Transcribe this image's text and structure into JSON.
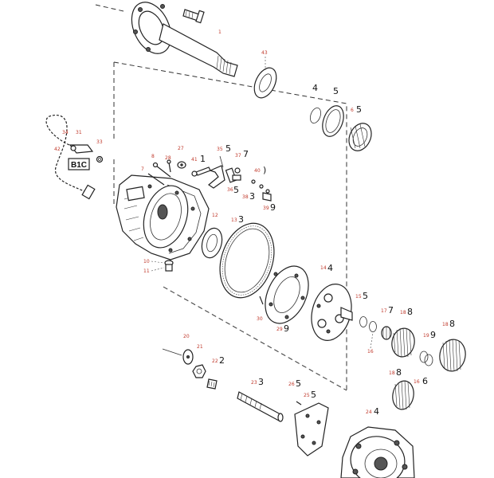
{
  "diagram": {
    "connector_label": "B1C",
    "callouts": [
      {
        "id": "c1",
        "small": "1"
      },
      {
        "id": "c43",
        "small": "43"
      },
      {
        "id": "c4",
        "small": "",
        "big": "4"
      },
      {
        "id": "c5",
        "small": "",
        "big": "5"
      },
      {
        "id": "c6",
        "small": "6",
        "big": "5"
      },
      {
        "id": "c34",
        "small": "34"
      },
      {
        "id": "c31",
        "small": "31"
      },
      {
        "id": "c42",
        "small": "42"
      },
      {
        "id": "c33",
        "small": "33"
      },
      {
        "id": "c8",
        "small": "8"
      },
      {
        "id": "c28",
        "small": "28"
      },
      {
        "id": "c27",
        "small": "27"
      },
      {
        "id": "c41",
        "small": "41",
        "big": "1"
      },
      {
        "id": "c35",
        "small": "35",
        "big": "5"
      },
      {
        "id": "c37",
        "small": "37",
        "big": "7"
      },
      {
        "id": "c7",
        "small": "7"
      },
      {
        "id": "c40",
        "small": "40",
        "big": ")"
      },
      {
        "id": "c36",
        "small": "36",
        "big": "5"
      },
      {
        "id": "c38",
        "small": "38",
        "big": "3"
      },
      {
        "id": "c39",
        "small": "39",
        "big": "9"
      },
      {
        "id": "c12",
        "small": "12"
      },
      {
        "id": "c13",
        "small": "13",
        "big": "3"
      },
      {
        "id": "c10",
        "small": "10"
      },
      {
        "id": "c11",
        "small": "11"
      },
      {
        "id": "c14",
        "small": "14",
        "big": "4"
      },
      {
        "id": "c15",
        "small": "15",
        "big": "5"
      },
      {
        "id": "c17",
        "small": "17",
        "big": "7"
      },
      {
        "id": "c18a",
        "small": "18",
        "big": "8"
      },
      {
        "id": "c18b",
        "small": "18",
        "big": "8"
      },
      {
        "id": "c30",
        "small": "30"
      },
      {
        "id": "c29",
        "small": "29",
        "big": "9"
      },
      {
        "id": "c16",
        "small": "16"
      },
      {
        "id": "c19",
        "small": "19",
        "big": "9"
      },
      {
        "id": "c20",
        "small": "20"
      },
      {
        "id": "c21",
        "small": "21"
      },
      {
        "id": "c22",
        "small": "22",
        "big": "2"
      },
      {
        "id": "c23",
        "small": "23",
        "big": "3"
      },
      {
        "id": "c26",
        "small": "26",
        "big": "5"
      },
      {
        "id": "c25",
        "small": "25",
        "big": "5"
      },
      {
        "id": "c18c",
        "small": "18",
        "big": "8"
      },
      {
        "id": "c16b",
        "small": "16",
        "big": "6"
      },
      {
        "id": "c24",
        "small": "24",
        "big": "4"
      }
    ]
  }
}
